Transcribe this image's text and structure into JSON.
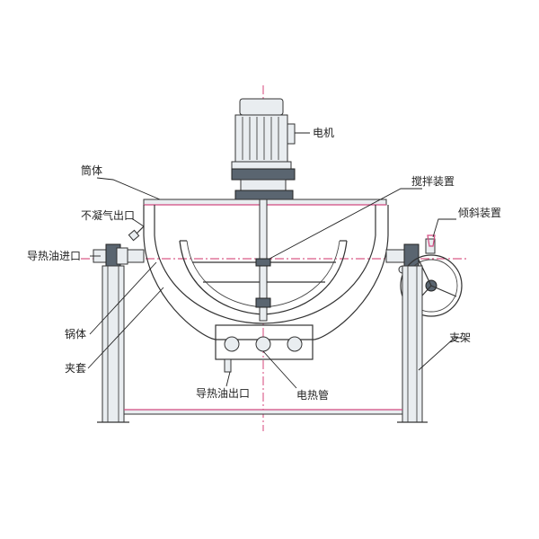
{
  "labels": {
    "motor": "电机",
    "cylinder": "筒体",
    "stirrer": "搅拌装置",
    "non_condensable_outlet": "不凝气出口",
    "tilting_device": "倾斜装置",
    "oil_inlet": "导热油进口",
    "pot_body": "锅体",
    "support": "支架",
    "jacket": "夹套",
    "oil_outlet": "导热油出口",
    "heating_tube": "电热管"
  },
  "colors": {
    "line": "#333333",
    "centerline": "#d0306a",
    "accent": "#d24a80"
  }
}
